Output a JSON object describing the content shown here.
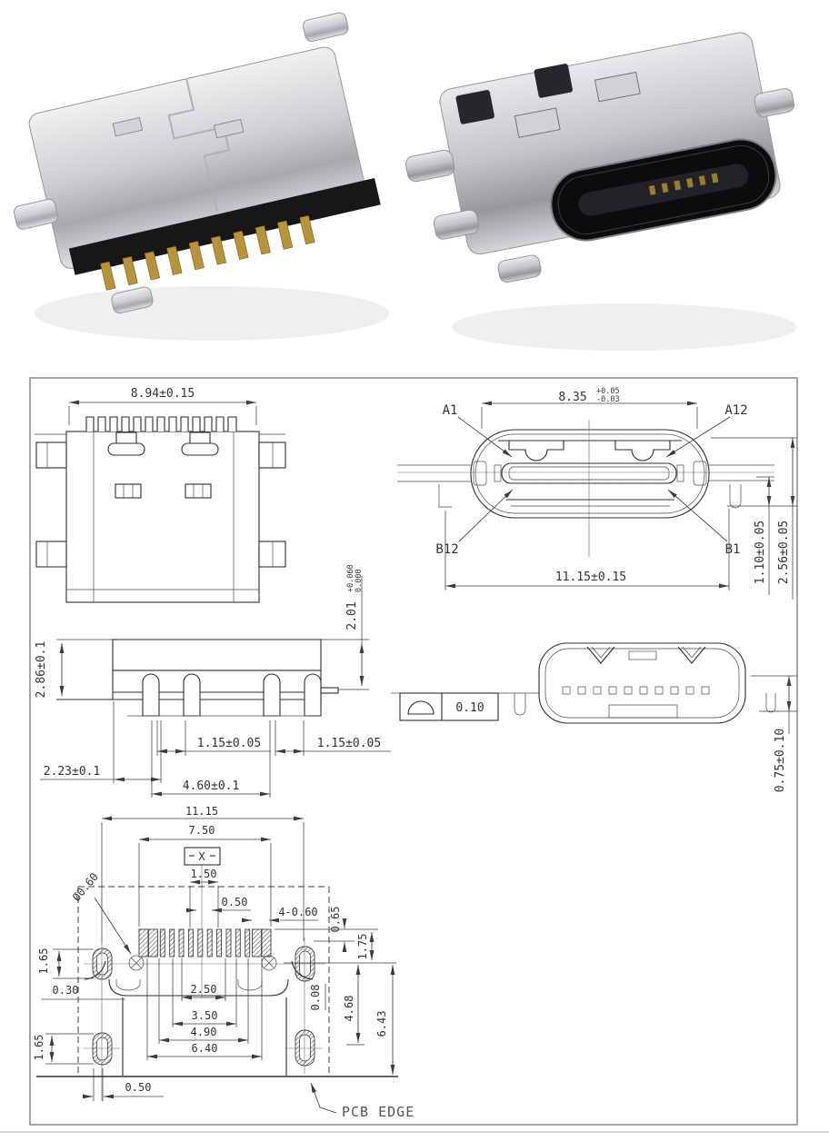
{
  "colors": {
    "line": "#3c3c3c",
    "frame": "#8f8f8f",
    "text": "#333333"
  },
  "top_view": {
    "width": "8.94±0.15"
  },
  "front_view": {
    "width_main": "8.35",
    "width_tol_plus": "+0.05",
    "width_tol_minus": "-0.03",
    "a1": "A1",
    "a12": "A12",
    "b12": "B12",
    "b1": "B1",
    "total_width": "11.15±0.15",
    "height_inner": "1.10±0.05",
    "height_outer": "2.56±0.05"
  },
  "side_view": {
    "height": "2.86±0.1",
    "standoff_main": "2.01",
    "standoff_tol_plus": "+0.060",
    "standoff_tol_minus": "0.000",
    "leg_width_left": "1.15±0.05",
    "leg_width_right": "1.15±0.05",
    "edge_offset": "2.23±0.1",
    "leg_span": "4.60±0.1"
  },
  "rear_view": {
    "flatness": "0.10",
    "standoff": "0.75±0.10"
  },
  "pcb_footprint": {
    "total_width": "11.15",
    "pad_row_width": "7.50",
    "datum": "X",
    "pad_pair_pitch": "1.50",
    "pad_pitch": "0.50",
    "wide_pad_width": "4-0.60",
    "row_offset": "0.65",
    "hole_offset": "1.75",
    "slot_top_height": "1.65",
    "hole_diameter": "Ø0.60",
    "pad_inset": "0.30",
    "span_1": "2.50",
    "mask_gap": "0.08",
    "span_2": "3.50",
    "depth": "4.68",
    "span_3": "4.90",
    "span_4": "6.40",
    "board_depth": "6.43",
    "slot_bottom_height": "1.65",
    "slot_width": "0.50",
    "edge_label": "PCB EDGE"
  }
}
